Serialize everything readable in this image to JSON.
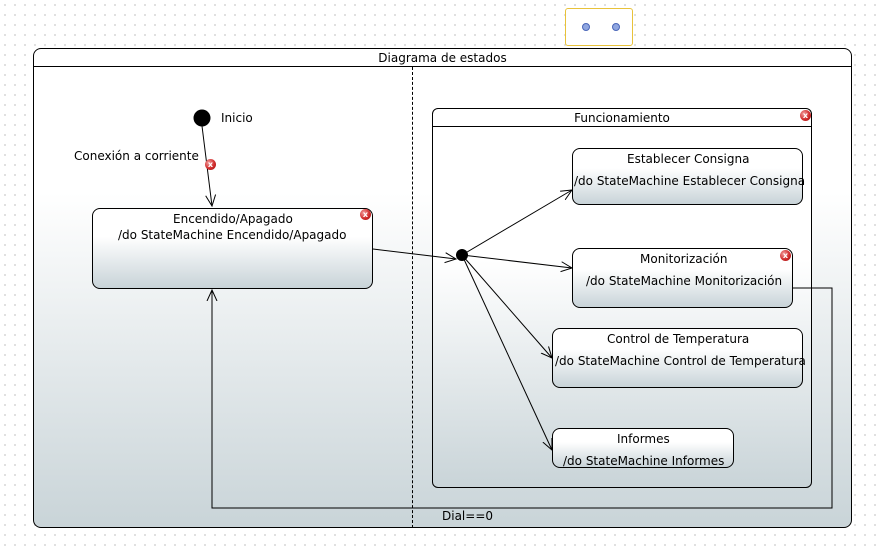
{
  "diagram": {
    "title": "Diagrama de estados",
    "initial_label": "Inicio",
    "initial_transition_label": "Conexión a corriente",
    "guard_label": "Dial==0",
    "error_glyph": "x",
    "colors": {
      "error_badge": "#d12d2d",
      "toolbar_border": "#e8c23a",
      "toolbar_dot": "#8fa6e0"
    },
    "states": {
      "encendido": {
        "title": "Encendido/Apagado",
        "action": "/do StateMachine Encendido/Apagado"
      },
      "funcionamiento": {
        "title": "Funcionamiento",
        "substates": {
          "establecer": {
            "title": "Establecer Consigna",
            "action": "/do StateMachine Establecer Consigna"
          },
          "monitorizacion": {
            "title": "Monitorización",
            "action": "/do StateMachine Monitorización"
          },
          "control": {
            "title": "Control de Temperatura",
            "action": "/do StateMachine Control de Temperatura"
          },
          "informes": {
            "title": "Informes",
            "action": "/do StateMachine Informes"
          }
        }
      }
    }
  }
}
